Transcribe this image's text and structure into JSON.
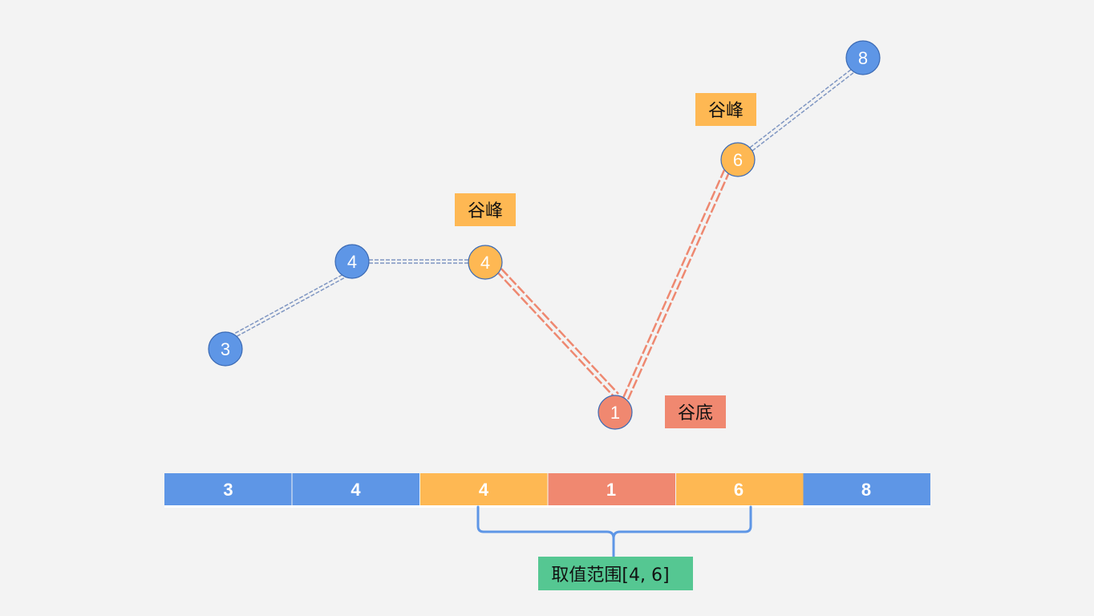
{
  "colors": {
    "blue": "#5e96e6",
    "orange": "#feb853",
    "red": "#f08870",
    "green": "#55c792",
    "connector_blue": "#7f96c2",
    "connector_red": "#ee8870",
    "brace": "#5e96e6"
  },
  "nodes": [
    {
      "value": "3",
      "kind": "blue"
    },
    {
      "value": "4",
      "kind": "blue"
    },
    {
      "value": "4",
      "kind": "orange"
    },
    {
      "value": "1",
      "kind": "red"
    },
    {
      "value": "6",
      "kind": "orange"
    },
    {
      "value": "8",
      "kind": "blue"
    }
  ],
  "labels": {
    "peak_1": "谷峰",
    "peak_2": "谷峰",
    "valley": "谷底",
    "range": "取值范围[4, 6]"
  },
  "array_cells": [
    {
      "value": "3",
      "kind": "blue"
    },
    {
      "value": "4",
      "kind": "blue"
    },
    {
      "value": "4",
      "kind": "orange"
    },
    {
      "value": "1",
      "kind": "red"
    },
    {
      "value": "6",
      "kind": "orange"
    },
    {
      "value": "8",
      "kind": "blue"
    }
  ]
}
